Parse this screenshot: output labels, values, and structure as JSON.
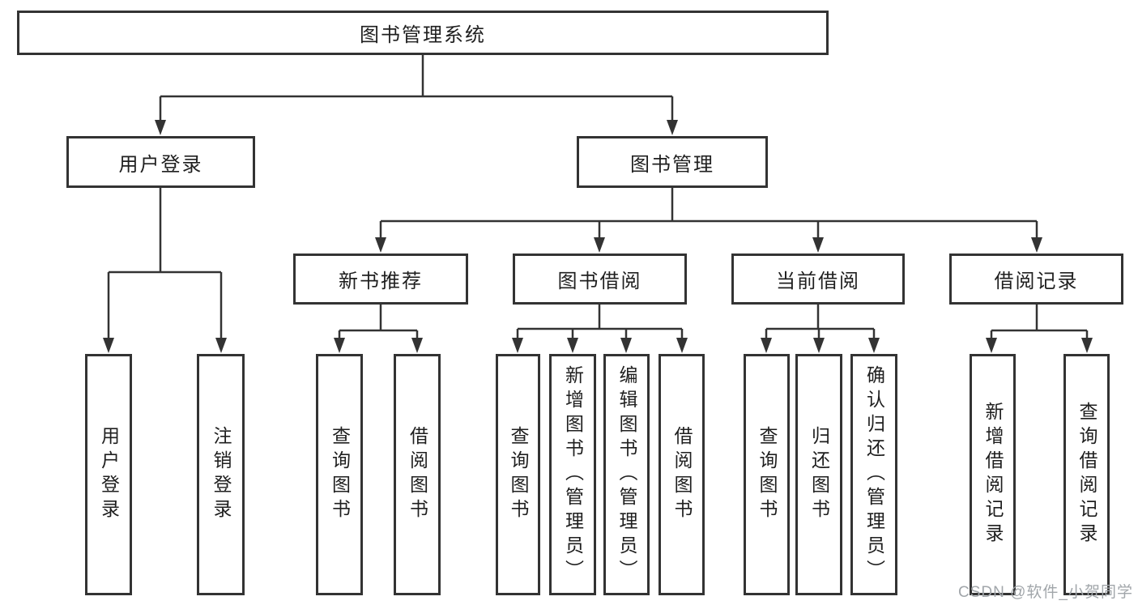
{
  "diagram_type": "hierarchy-tree",
  "tree": {
    "label": "图书管理系统",
    "children": [
      {
        "label": "用户登录",
        "children": [
          {
            "label": "用户登录"
          },
          {
            "label": "注销登录"
          }
        ]
      },
      {
        "label": "图书管理",
        "children": [
          {
            "label": "新书推荐",
            "children": [
              {
                "label": "查询图书"
              },
              {
                "label": "借阅图书"
              }
            ]
          },
          {
            "label": "图书借阅",
            "children": [
              {
                "label": "查询图书"
              },
              {
                "label": "新增图书（管理员）"
              },
              {
                "label": "编辑图书（管理员）"
              },
              {
                "label": "借阅图书"
              }
            ]
          },
          {
            "label": "当前借阅",
            "children": [
              {
                "label": "查询图书"
              },
              {
                "label": "归还图书"
              },
              {
                "label": "确认归还（管理员）"
              }
            ]
          },
          {
            "label": "借阅记录",
            "children": [
              {
                "label": "新增借阅记录"
              },
              {
                "label": "查询借阅记录"
              }
            ]
          }
        ]
      }
    ]
  },
  "watermark": {
    "text": "CSDN @软件_小贺同学"
  },
  "colors": {
    "line": "#333333",
    "box_border": "#333333",
    "box_fill": "#ffffff",
    "text": "#1f1f1f",
    "watermark": "#a1a6aa",
    "background": "#ffffff"
  }
}
